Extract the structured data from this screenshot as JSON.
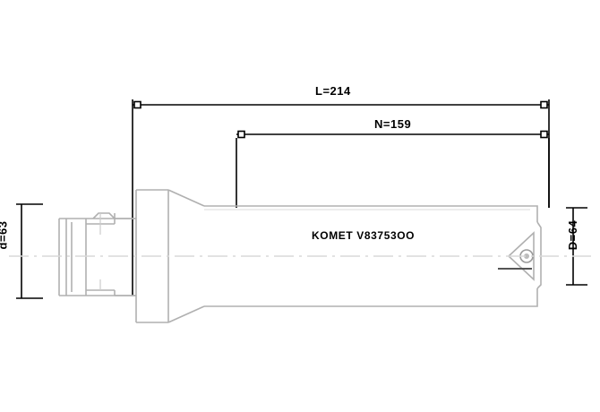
{
  "drawing": {
    "title": "Tool side view engineering drawing",
    "colors": {
      "outline": "#b0b0b0",
      "dimension": "#000000",
      "centerline": "#d8d8d8",
      "text": "#000000",
      "background": "#ffffff"
    },
    "dimensions": {
      "overall_length": "L=214",
      "usable_length": "N=159",
      "shank_diameter": "d=63",
      "cutting_diameter": "D=64"
    },
    "marking": {
      "brand": "KOMET",
      "part_number": "V83753OO",
      "full_text": "KOMET  V83753OO"
    }
  }
}
